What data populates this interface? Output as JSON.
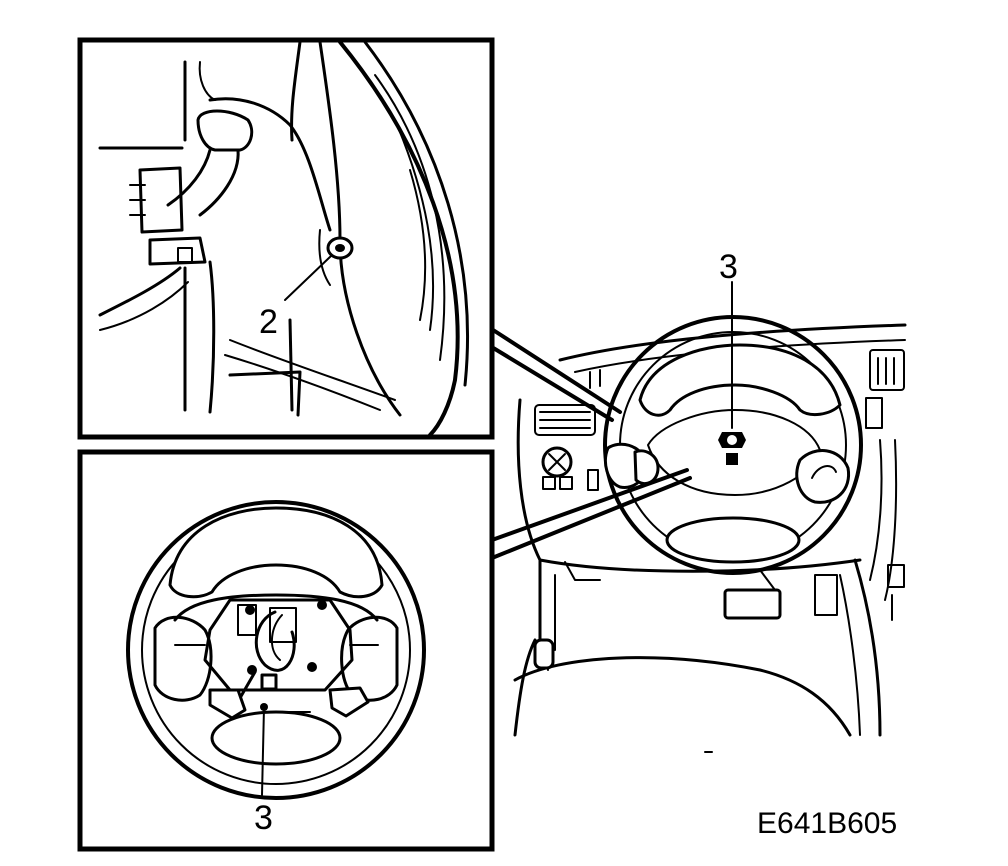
{
  "callouts": {
    "bolt_left_detail": "2",
    "bolt_overview": "3",
    "connector_detail": "3"
  },
  "figure_id": "E641B605"
}
